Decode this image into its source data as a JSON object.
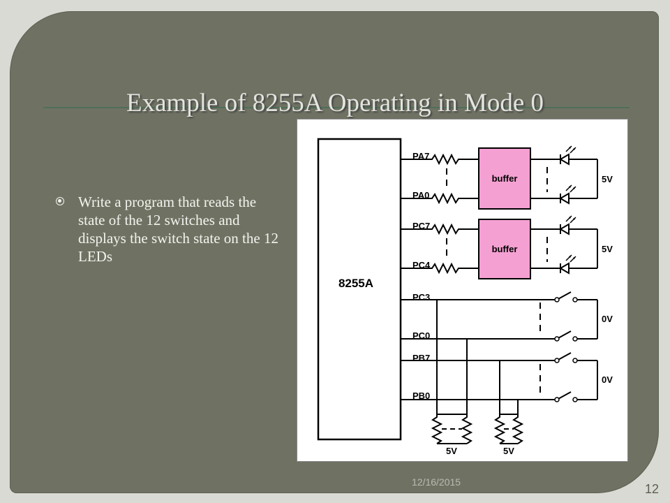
{
  "slide": {
    "title": "Example of 8255A Operating in Mode 0",
    "bullet": "Write a program that reads the state of the 12 switches and displays the switch state on the 12 LEDs",
    "date": "12/16/2015",
    "page_number": "12"
  },
  "diagram": {
    "chip_label": "8255A",
    "pins": {
      "pa7": "PA7",
      "pa0": "PA0",
      "pc7": "PC7",
      "pc4": "PC4",
      "pc3": "PC3",
      "pc0": "PC0",
      "pb7": "PB7",
      "pb0": "PB0"
    },
    "buffer_label_1": "buffer",
    "buffer_label_2": "buffer",
    "supply_led_1": "5V",
    "supply_led_2": "5V",
    "ground_sw_1": "0V",
    "ground_sw_2": "0V",
    "pullup_1": "5V",
    "pullup_2": "5V",
    "colors": {
      "buffer_fill": "#f5a0d2",
      "wire": "#000000",
      "slide_bg": "#6f7263"
    }
  }
}
